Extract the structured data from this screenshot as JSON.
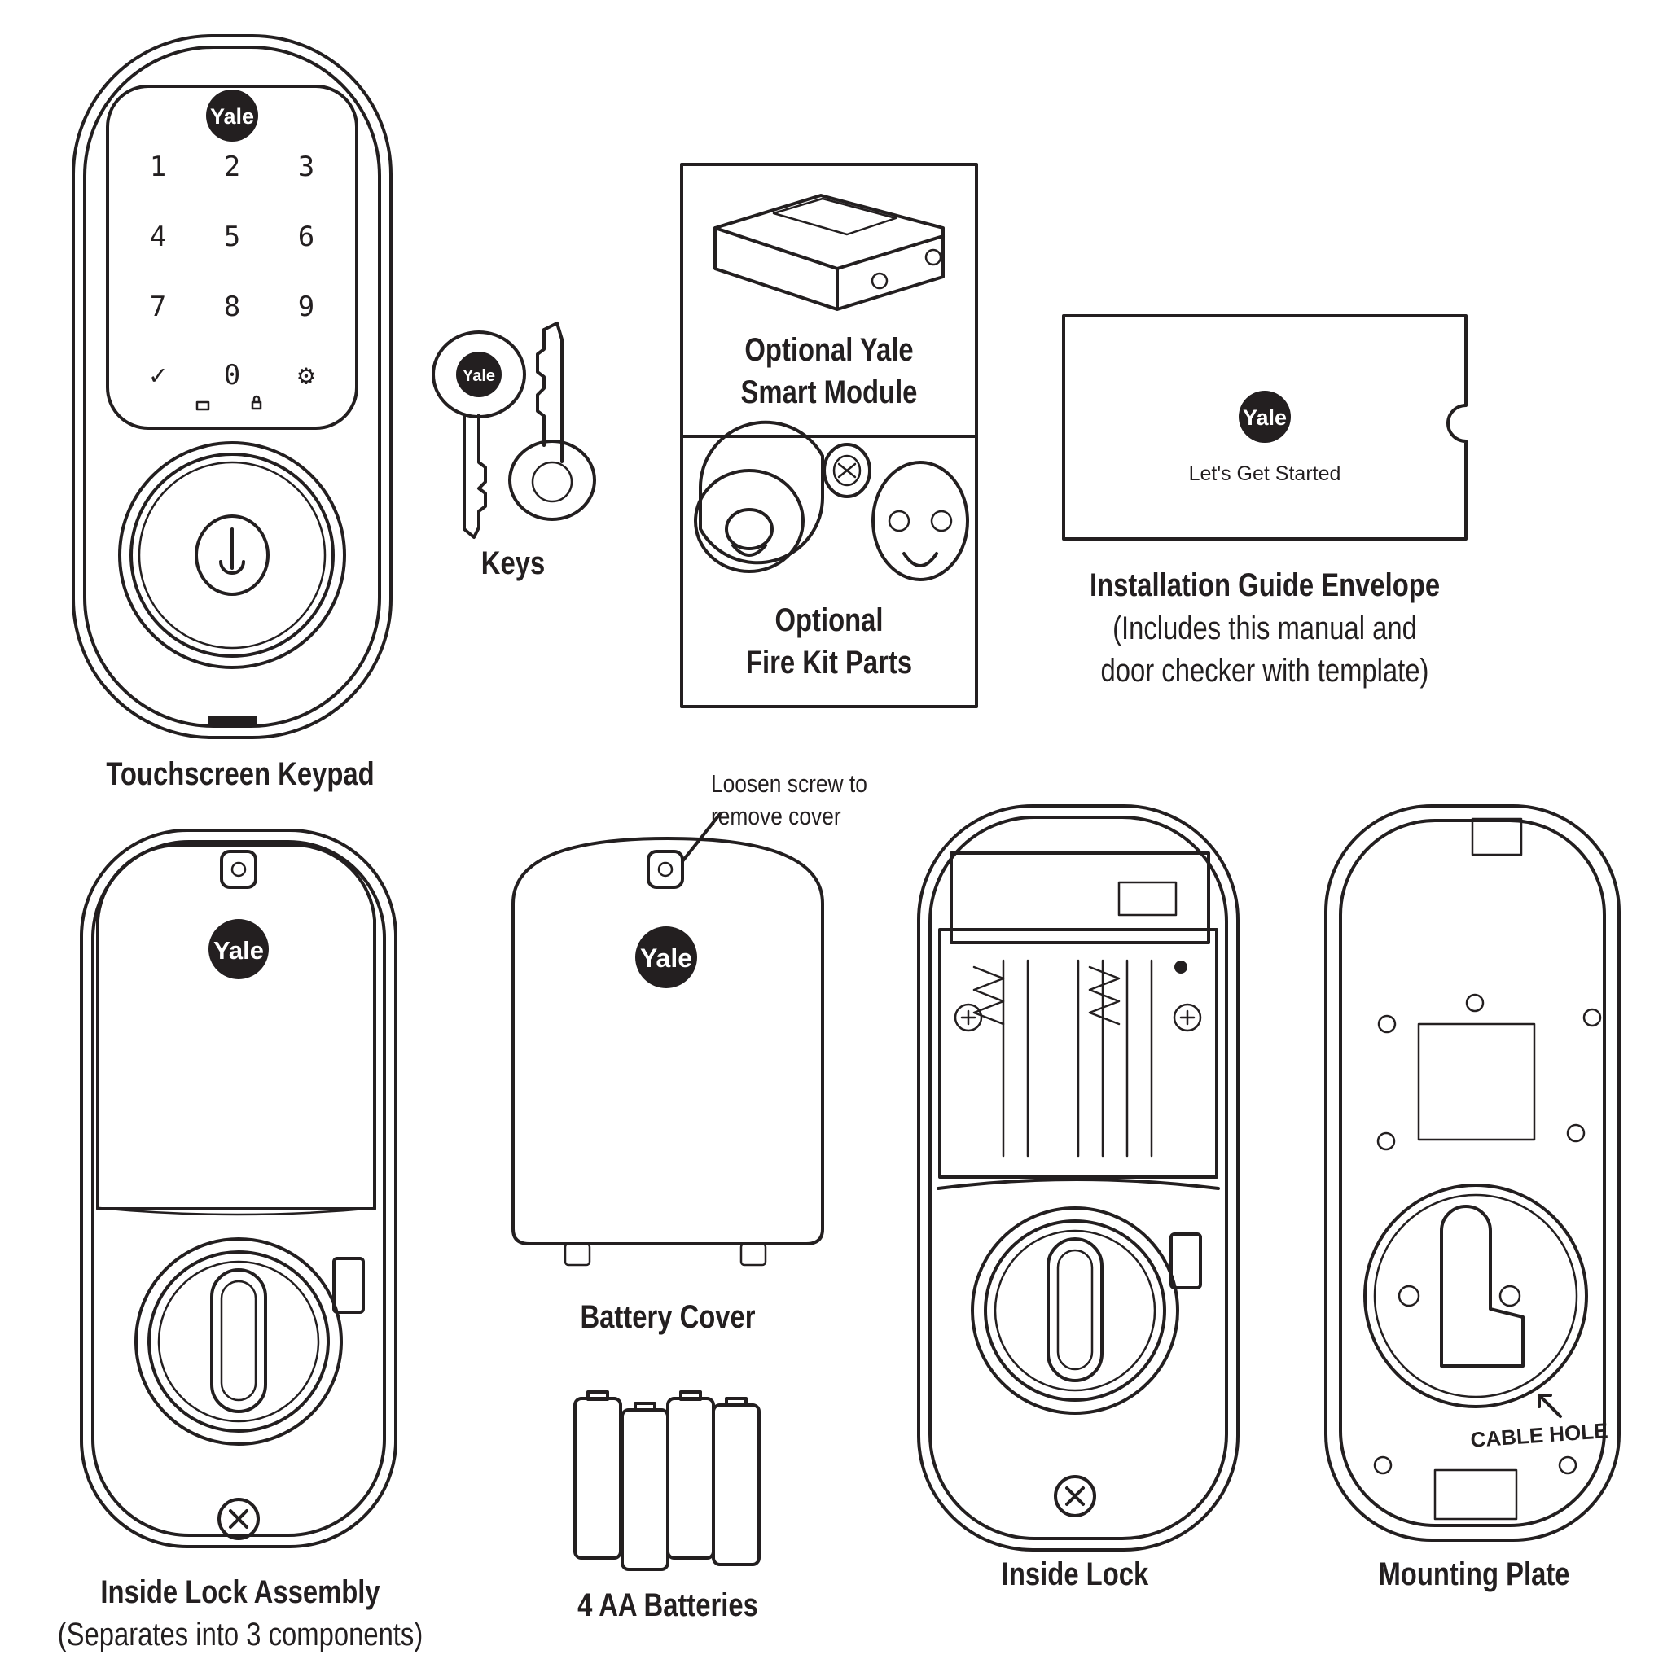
{
  "brand": "Yale",
  "keypad": {
    "label": "Touchscreen Keypad",
    "keys": [
      "1",
      "2",
      "3",
      "4",
      "5",
      "6",
      "7",
      "8",
      "9",
      "✓",
      "0",
      "⚙"
    ]
  },
  "keys_item": {
    "label": "Keys"
  },
  "smart_module": {
    "label_line1": "Optional Yale",
    "label_line2": "Smart Module"
  },
  "fire_kit": {
    "label_line1": "Optional",
    "label_line2": "Fire Kit Parts"
  },
  "envelope": {
    "card_text": "Let's Get Started",
    "label": "Installation Guide Envelope",
    "sub_line1": "(Includes this manual and",
    "sub_line2": "door checker with template)"
  },
  "inside_lock_assembly": {
    "label": "Inside Lock Assembly",
    "sub": "(Separates into 3 components)"
  },
  "battery_cover": {
    "label": "Battery Cover",
    "note_line1": "Loosen screw to",
    "note_line2": "remove cover"
  },
  "batteries": {
    "label": "4 AA Batteries"
  },
  "inside_lock": {
    "label": "Inside Lock"
  },
  "mounting_plate": {
    "label": "Mounting Plate",
    "cable_hole": "CABLE HOLE"
  }
}
